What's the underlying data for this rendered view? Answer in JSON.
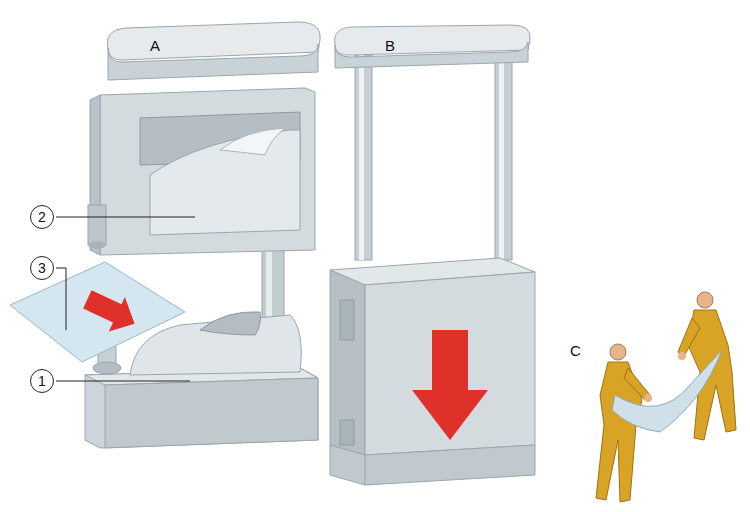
{
  "diagram": {
    "nodes": [
      {
        "text": [
          "2"
        ]
      },
      {
        "text": [
          "3"
        ]
      },
      {
        "text": [
          "1"
        ]
      }
    ],
    "labels": [
      "A",
      "B",
      "C"
    ]
  }
}
